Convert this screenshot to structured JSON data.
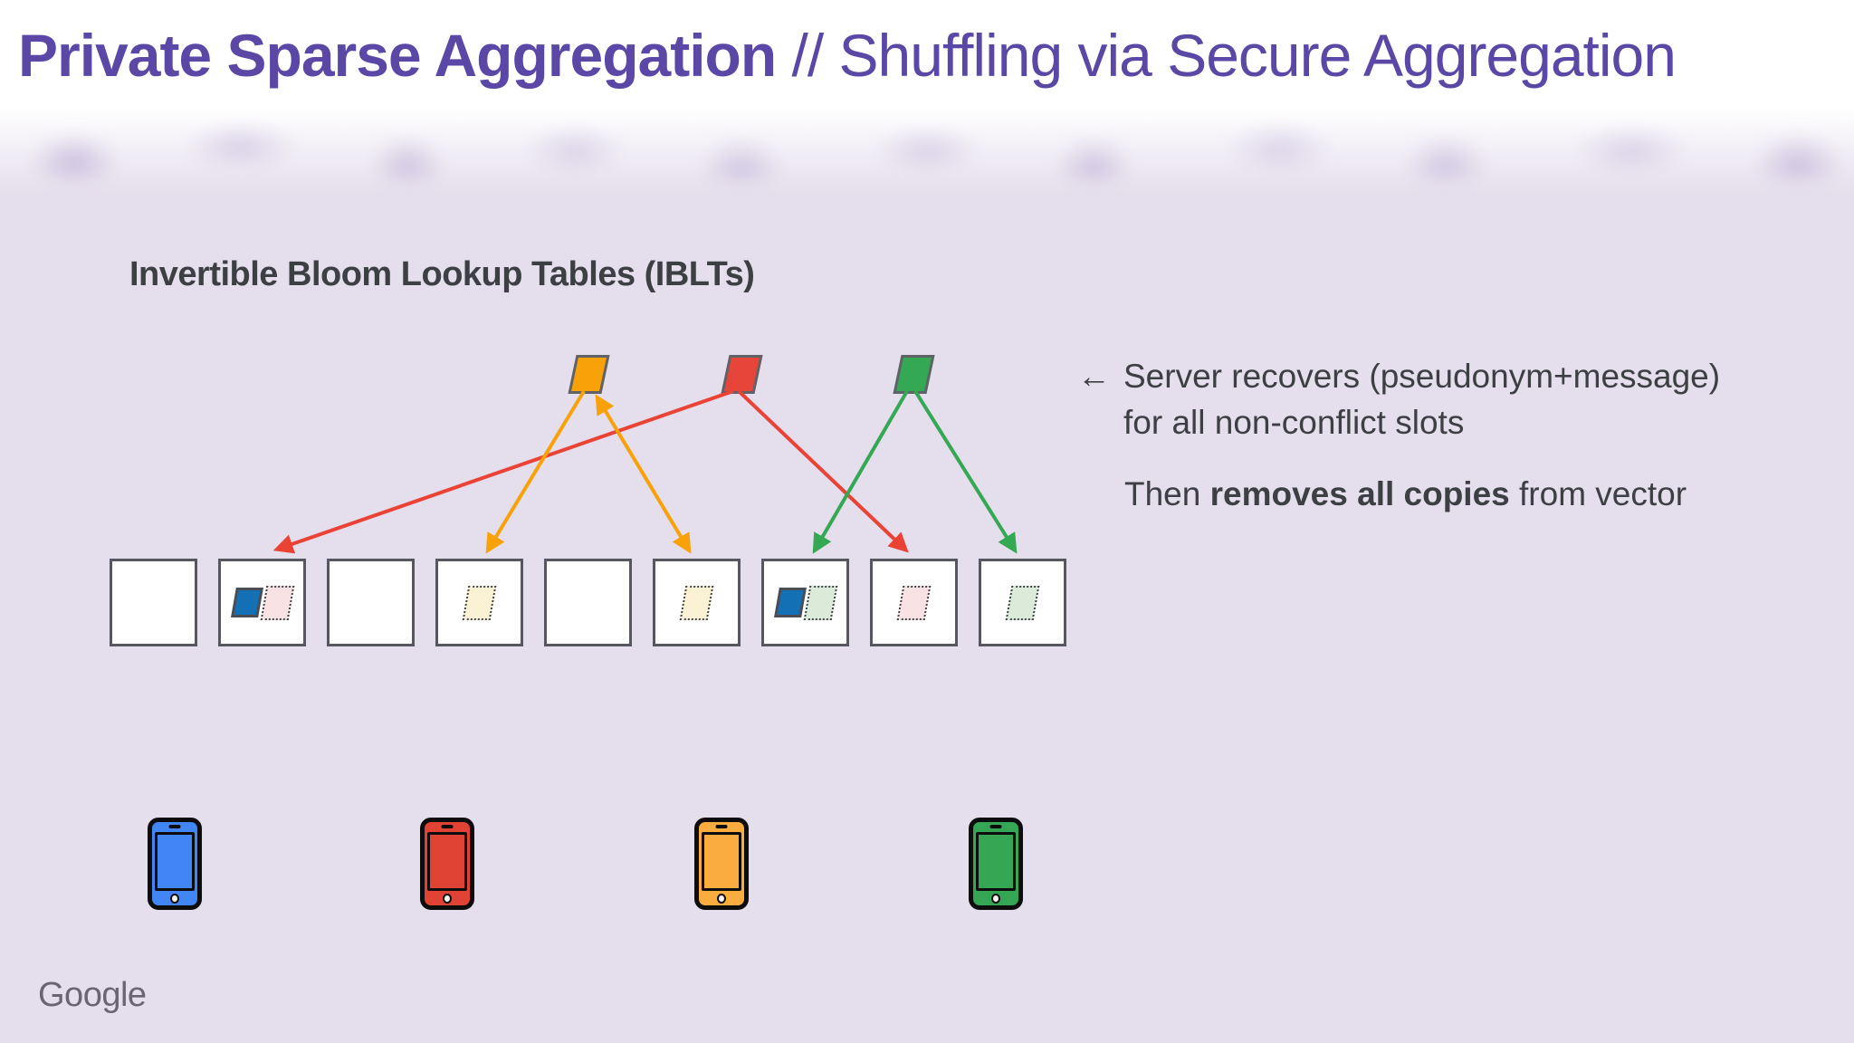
{
  "slide": {
    "title": {
      "bold": "Private Sparse Aggregation",
      "regular": " // Shuffling via Secure Aggregation"
    },
    "heading": "Invertible Bloom Lookup Tables (IBLTs)",
    "annotation": {
      "arrow_glyph": "←",
      "line1": "Server recovers (pseudonym+message)",
      "line2": "for all non-conflict slots",
      "para2_pre": "Then ",
      "para2_bold": "removes all copies",
      "para2_post": " from vector"
    },
    "footer_logo": "Google"
  },
  "diagram": {
    "recovered_chips": [
      {
        "color": "orange"
      },
      {
        "color": "red"
      },
      {
        "color": "green"
      }
    ],
    "slots": [
      {
        "index": 1,
        "items": []
      },
      {
        "index": 2,
        "items": [
          {
            "kind": "present",
            "color": "blue"
          },
          {
            "kind": "removed",
            "color": "red"
          }
        ]
      },
      {
        "index": 3,
        "items": []
      },
      {
        "index": 4,
        "items": [
          {
            "kind": "removed",
            "color": "orange"
          }
        ]
      },
      {
        "index": 5,
        "items": []
      },
      {
        "index": 6,
        "items": [
          {
            "kind": "removed",
            "color": "orange"
          }
        ]
      },
      {
        "index": 7,
        "items": [
          {
            "kind": "present",
            "color": "blue"
          },
          {
            "kind": "removed",
            "color": "green"
          }
        ]
      },
      {
        "index": 8,
        "items": [
          {
            "kind": "removed",
            "color": "red"
          }
        ]
      },
      {
        "index": 9,
        "items": [
          {
            "kind": "removed",
            "color": "green"
          }
        ]
      }
    ],
    "devices": [
      {
        "color": "blue"
      },
      {
        "color": "red"
      },
      {
        "color": "orange"
      },
      {
        "color": "green"
      }
    ],
    "colors": {
      "title_purple": "#5B47A5",
      "text_dark": "#3C4043",
      "background": "#E5DEEC",
      "slot_border": "#56585F",
      "item_orange": "#F9A109",
      "item_red": "#E8453A",
      "item_green": "#34A853",
      "item_blue": "#1470B4",
      "removed_red": "#F9E2E4",
      "removed_orange": "#FBF2D5",
      "removed_green": "#DCEBD9",
      "arrow_orange": "#F9A109",
      "arrow_red": "#EA4335",
      "arrow_green": "#34A853",
      "phone_blue": "#4285F4",
      "phone_red": "#E04334",
      "phone_orange": "#FAAC3E",
      "phone_green": "#35A654",
      "logo_gray": "#6B6472"
    }
  }
}
